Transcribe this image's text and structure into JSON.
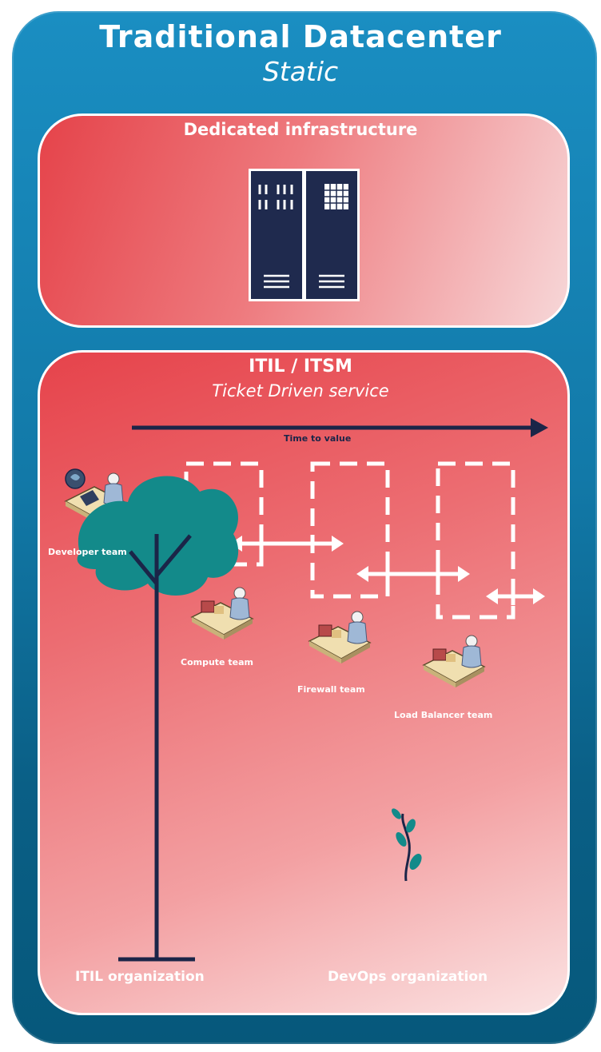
{
  "header": {
    "title": "Traditional Datacenter",
    "subtitle": "Static"
  },
  "infrastructure": {
    "title": "Dedicated infrastructure",
    "icon": "server-rack-icon"
  },
  "itil": {
    "title": "ITIL / ITSM",
    "subtitle": "Ticket Driven service",
    "time_label": "Time to value",
    "teams": [
      {
        "label": "Developer team",
        "icon": "developer-workstation-icon"
      },
      {
        "label": "Compute team",
        "icon": "workstation-icon"
      },
      {
        "label": "Firewall team",
        "icon": "workstation-icon"
      },
      {
        "label": "Load Balancer team",
        "icon": "workstation-icon"
      }
    ]
  },
  "organizations": {
    "itil": {
      "label": "ITIL organization",
      "icon": "tree-icon"
    },
    "devops": {
      "label": "DevOps organization",
      "icon": "sprout-icon"
    }
  },
  "colors": {
    "outer_blue": "#1279a8",
    "panel_red": "#e6434b",
    "server_navy": "#1f2a4e",
    "tree_teal": "#138a8a",
    "arrow_navy": "#1b2548"
  }
}
